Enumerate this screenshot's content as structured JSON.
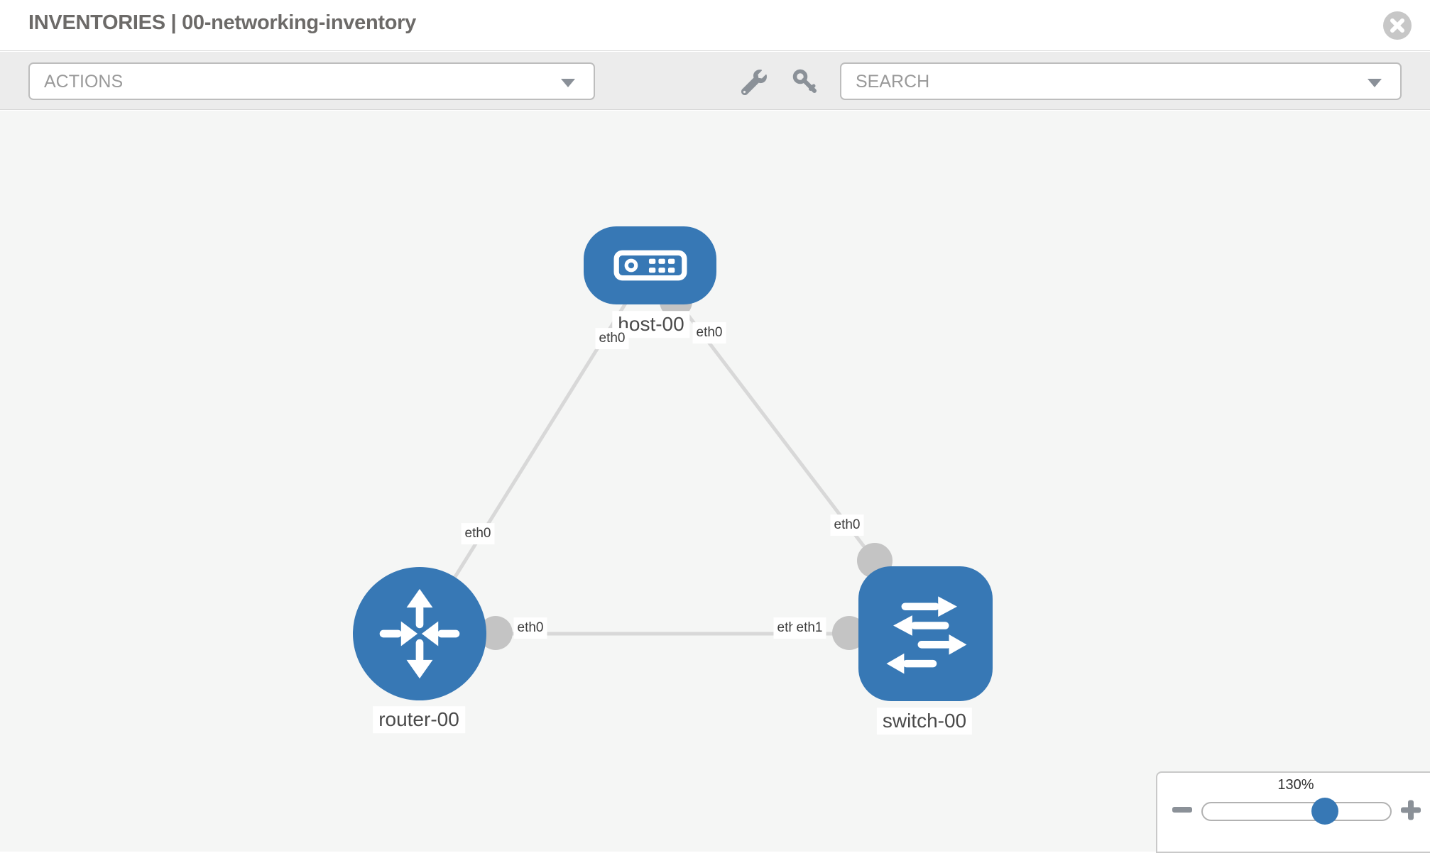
{
  "header": {
    "title": "INVENTORIES | 00-networking-inventory"
  },
  "toolbar": {
    "actions_label": "ACTIONS",
    "search_label": "SEARCH",
    "icons": [
      "wrench-icon",
      "key-icon"
    ]
  },
  "topology": {
    "nodes": [
      {
        "id": "host-00",
        "label": "host-00",
        "type": "host",
        "icon": "host-icon"
      },
      {
        "id": "router-00",
        "label": "router-00",
        "type": "router",
        "icon": "router-icon"
      },
      {
        "id": "switch-00",
        "label": "switch-00",
        "type": "switch",
        "icon": "switch-icon"
      }
    ],
    "links": [
      {
        "from": "host-00",
        "to": "router-00",
        "from_interface": "eth0",
        "to_interface": "eth0"
      },
      {
        "from": "host-00",
        "to": "switch-00",
        "from_interface": "eth0",
        "to_interface": "eth0"
      },
      {
        "from": "router-00",
        "to": "switch-00",
        "from_interface": "eth0",
        "to_interface": "eth1"
      }
    ],
    "iface_labels": [
      {
        "text": "eth0"
      },
      {
        "text": "eth0"
      },
      {
        "text": "eth0"
      },
      {
        "text": "eth0"
      },
      {
        "text": "eth0"
      },
      {
        "text": "eth0"
      },
      {
        "text": "eth1"
      }
    ]
  },
  "zoom_control": {
    "level": "130%"
  },
  "colors": {
    "node_blue": "#3778b5",
    "link_gray": "#d8d8d8",
    "connector_gray": "#c4c4c4",
    "canvas_bg": "#f5f6f5",
    "toolbar_bg": "#ececec"
  }
}
